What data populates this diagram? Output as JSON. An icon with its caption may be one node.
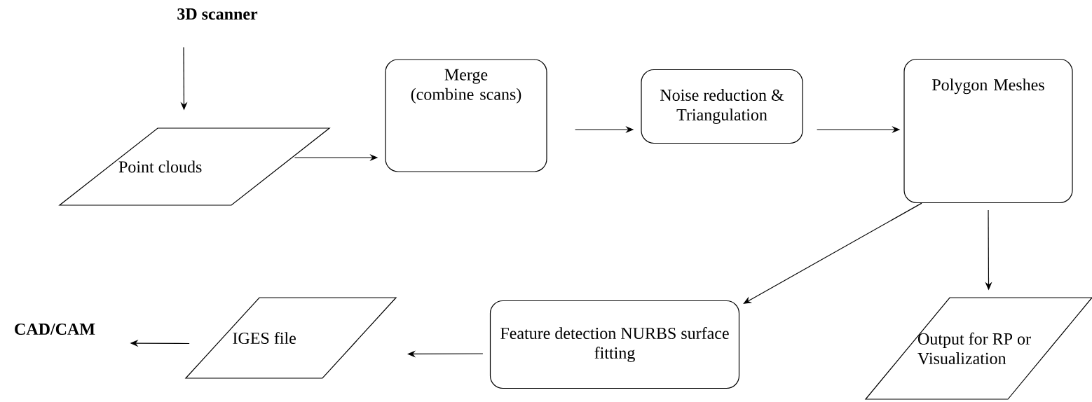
{
  "diagram": {
    "nodes": [
      {
        "text": [
          "3D scanner"
        ]
      },
      {
        "text": [
          "Point clouds"
        ]
      },
      {
        "text": [
          "Merge (combine scans)"
        ]
      },
      {
        "text": [
          "Noise reduction & Triangulation"
        ]
      },
      {
        "text": [
          "Polygon Meshes"
        ]
      },
      {
        "text": [
          "Feature detection NURBS surface fitting"
        ]
      },
      {
        "text": [
          "Output for RP or Visualization"
        ]
      },
      {
        "text": [
          "IGES file"
        ]
      },
      {
        "text": [
          "CAD/CAM"
        ]
      }
    ],
    "edges": [
      {
        "from": 0,
        "to": 1,
        "arrow": "to"
      },
      {
        "from": 1,
        "to": 2,
        "arrow": "to"
      },
      {
        "from": 2,
        "to": 3,
        "arrow": "to"
      },
      {
        "from": 3,
        "to": 4,
        "arrow": "to"
      },
      {
        "from": 4,
        "to": 5,
        "arrow": "to"
      },
      {
        "from": 4,
        "to": 6,
        "arrow": "to"
      },
      {
        "from": 5,
        "to": 7,
        "arrow": "to"
      },
      {
        "from": 7,
        "to": 8,
        "arrow": "to"
      }
    ]
  }
}
